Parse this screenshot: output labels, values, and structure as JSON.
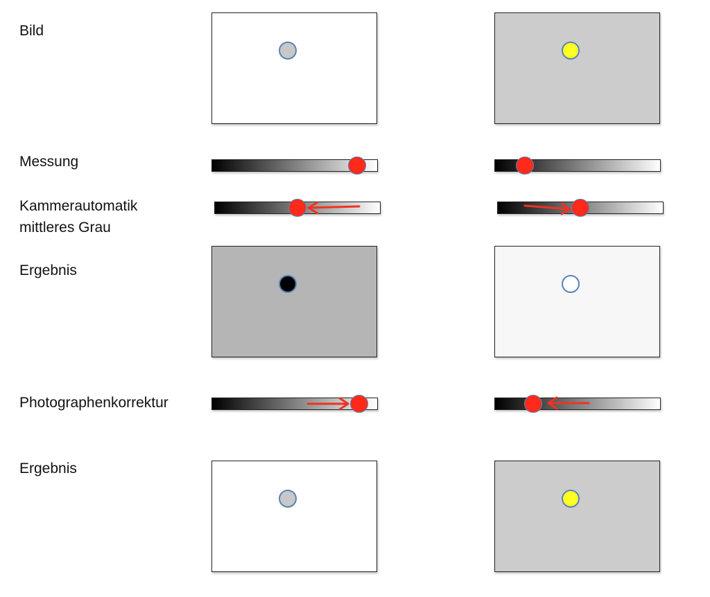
{
  "labels": {
    "bild": "Bild",
    "messung": "Messung",
    "kamera_line1": "Kammerautomatik",
    "kamera_line2": "mittleres Grau",
    "ergebnis1": "Ergebnis",
    "korrektur": "Photographenkorrektur",
    "ergebnis2": "Ergebnis"
  },
  "colors": {
    "white_frame": "#ffffff",
    "light_grey_frame": "#cccccc",
    "dark_grey_frame": "#b5b5b5",
    "near_white_frame": "#f7f7f7",
    "grey_dot": "#c8c8c8",
    "yellow_dot": "#ffff22",
    "black_dot": "#000000",
    "white_dot": "#ffffff",
    "marker": "#ff2a1a",
    "arrow": "#ee3322",
    "dot_border": "#5a82b8"
  },
  "rows": {
    "bild": {
      "left": {
        "frame": "white_frame",
        "dot": "grey_dot"
      },
      "right": {
        "frame": "light_grey_frame",
        "dot": "yellow_dot"
      }
    },
    "messung": {
      "left": {
        "value": 0.88
      },
      "right": {
        "value": 0.18
      }
    },
    "kamera": {
      "left": {
        "value": 0.5,
        "arrow": "left"
      },
      "right": {
        "value": 0.5,
        "arrow": "right"
      }
    },
    "ergebnis1": {
      "left": {
        "frame": "dark_grey_frame",
        "dot": "black_dot"
      },
      "right": {
        "frame": "near_white_frame",
        "dot": "white_dot"
      }
    },
    "korrektur": {
      "left": {
        "value": 0.89,
        "arrow": "right"
      },
      "right": {
        "value": 0.23,
        "arrow": "left"
      }
    },
    "ergebnis2": {
      "left": {
        "frame": "white_frame",
        "dot": "grey_dot"
      },
      "right": {
        "frame": "light_grey_frame",
        "dot": "yellow_dot"
      }
    }
  }
}
